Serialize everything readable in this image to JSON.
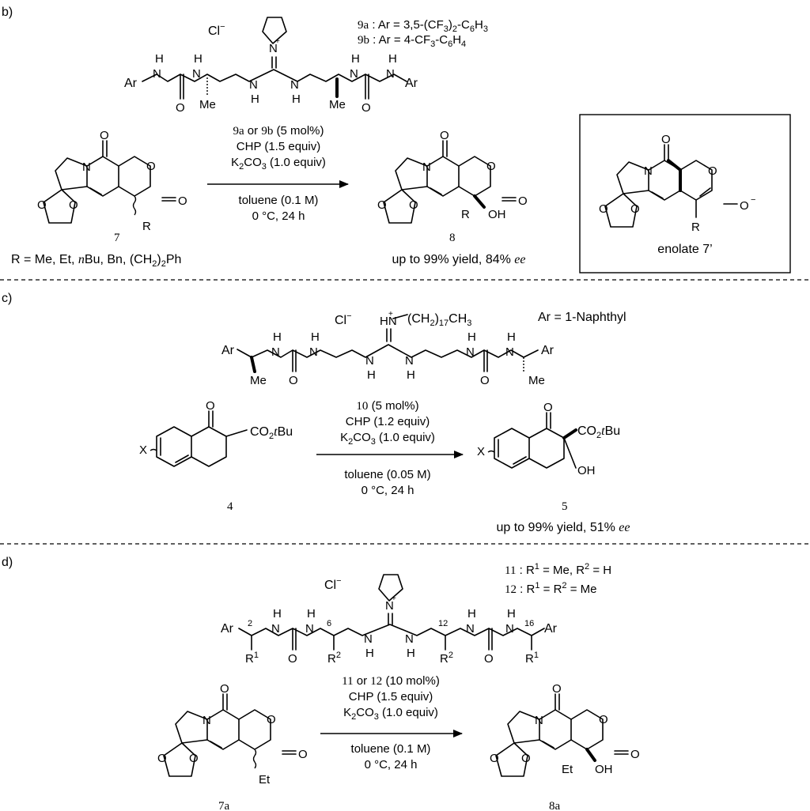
{
  "panels": {
    "b": {
      "letter": "b)"
    },
    "c": {
      "letter": "c)"
    },
    "d": {
      "letter": "d)"
    }
  },
  "b": {
    "anion": "Cl",
    "anion_sup": "−",
    "cat_9a_id": "9a",
    "cat_9a_def": " : Ar = 3,5-(CF",
    "cat_9a_sub": "3",
    "cat_9a_end": ")",
    "cat_9a_sub2": "2",
    "cat_9a_end2": "-C",
    "cat_9a_sub3": "6",
    "cat_9a_end3": "H",
    "cat_9a_sub4": "3",
    "cat_9b_id": "9b",
    "cat_9b_def": " : Ar = 4-CF",
    "cat_9b_sub": "3",
    "cat_9b_end": "-C",
    "cat_9b_sub2": "6",
    "cat_9b_end2": "H",
    "cat_9b_sub3": "4",
    "cond_1_id": "9a",
    "cond_1_mid": " or ",
    "cond_1_id2": "9b",
    "cond_1_end": " (5 mol%)",
    "cond_2": "CHP (1.5 equiv)",
    "cond_3a": "K",
    "cond_3sub": "2",
    "cond_3b": "CO",
    "cond_3sub2": "3",
    "cond_3c": " (1.0 equiv)",
    "cond_4": "toluene (0.1 M)",
    "cond_5": "0 °C, 24 h",
    "sm_label": "7",
    "sm_r_a": "R = Me, Et, ",
    "sm_r_n": "n",
    "sm_r_b": "Bu, Bn, (CH",
    "sm_r_sub": "2",
    "sm_r_c": ")",
    "sm_r_sub2": "2",
    "sm_r_d": "Ph",
    "prod_label": "8",
    "prod_yield_a": "up to 99% yield, 84% ",
    "prod_yield_ee": "ee",
    "enolate_caption": "enolate 7’"
  },
  "c": {
    "anion": "Cl",
    "anion_sup": "−",
    "chain_a": "(CH",
    "chain_sub": "2",
    "chain_b": ")",
    "chain_sub2": "17",
    "chain_c": "CH",
    "chain_sub3": "3",
    "ar_def": "Ar = 1-Naphthyl",
    "cond_1_id": "10",
    "cond_1_end": " (5 mol%)",
    "cond_2": "CHP (1.2 equiv)",
    "cond_3a": "K",
    "cond_3sub": "2",
    "cond_3b": "CO",
    "cond_3sub2": "3",
    "cond_3c": " (1.0 equiv)",
    "cond_4": "toluene (0.05 M)",
    "cond_5": "0 °C, 24 h",
    "ester_a": "CO",
    "ester_sub": "2",
    "ester_t": "t",
    "ester_b": "Bu",
    "sm_label": "4",
    "prod_label": "5",
    "prod_yield_a": "up to 99% yield, 51% ",
    "prod_yield_ee": "ee"
  },
  "d": {
    "anion": "Cl",
    "anion_sup": "−",
    "cat_11_id": "11",
    "cat_11_a": " : R",
    "cat_11_sup": "1",
    "cat_11_b": " = Me, R",
    "cat_11_sup2": "2",
    "cat_11_c": " = H",
    "cat_12_id": "12",
    "cat_12_a": " : R",
    "cat_12_sup": "1",
    "cat_12_b": " = R",
    "cat_12_sup2": "2",
    "cat_12_c": " = Me",
    "cond_1_id": "11",
    "cond_1_mid": " or ",
    "cond_1_id2": "12",
    "cond_1_end": " (10 mol%)",
    "cond_2": "CHP (1.5 equiv)",
    "cond_3a": "K",
    "cond_3sub": "2",
    "cond_3b": "CO",
    "cond_3sub2": "3",
    "cond_3c": " (1.0 equiv)",
    "cond_4": "toluene (0.1 M)",
    "cond_5": "0 °C, 24 h",
    "sm_label": "7a",
    "prod_label": "8a"
  },
  "atoms": {
    "O": "O",
    "N": "N",
    "H": "H",
    "Ar": "Ar",
    "Me": "Me",
    "Et": "Et",
    "R": "R",
    "OH": "OH",
    "HN": "HN",
    "X": "X",
    "plus": "+",
    "minus": "−",
    "n2": "2",
    "n6": "6",
    "n12": "12",
    "n16": "16",
    "r1": "1",
    "r2": "2"
  }
}
